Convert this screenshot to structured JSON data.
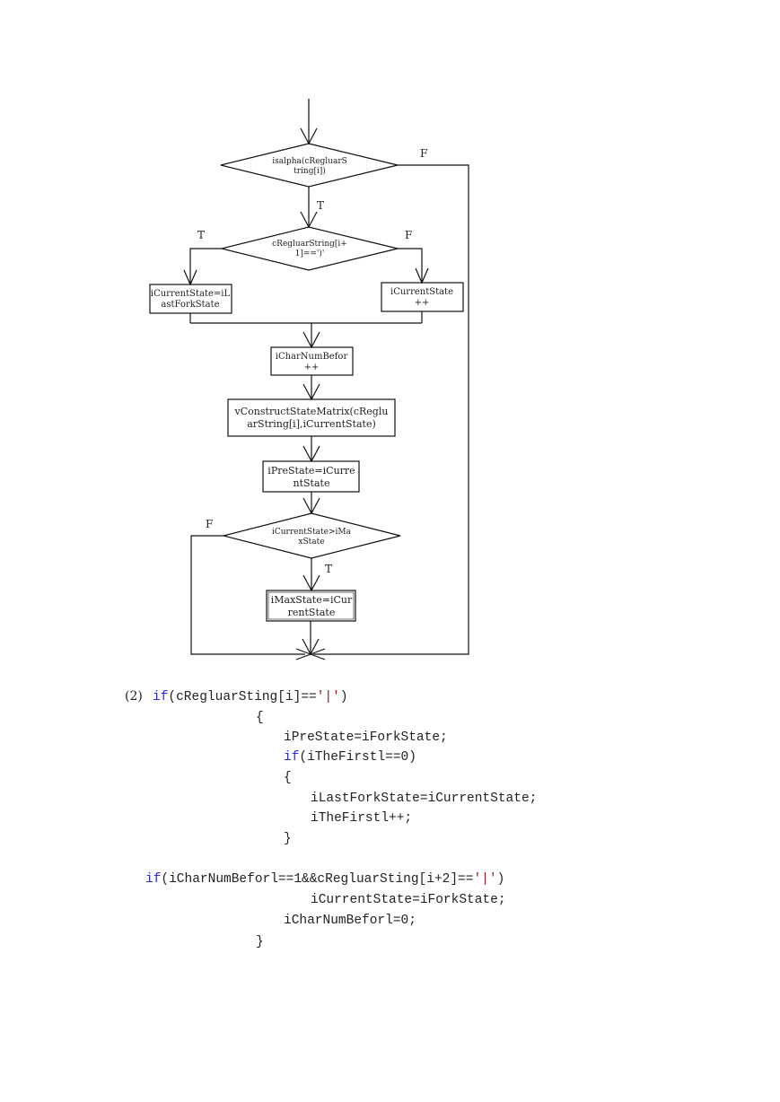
{
  "flowchart": {
    "decision1": {
      "line1": "isalpha(cRegluarS",
      "line2": "tring[i])"
    },
    "decision2": {
      "line1": "cRegluarString[i+",
      "line2": "1]==')'"
    },
    "decision3": {
      "line1": "iCurrentState>iMa",
      "line2": "xState"
    },
    "box_left": {
      "line1": "iCurrentState=iL",
      "line2": "astForkState"
    },
    "box_right": {
      "line1": "iCurrentState",
      "line2": "++"
    },
    "box_charnum": {
      "line1": "iCharNumBefor",
      "line2": "++"
    },
    "box_construct": {
      "line1": "vConstructStateMatrix(cReglu",
      "line2": "arString[i],iCurrentState)"
    },
    "box_prestate": {
      "line1": "iPreState=iCurre",
      "line2": "ntState"
    },
    "box_maxstate": {
      "line1": "iMaxState=iCur",
      "line2": "rentState"
    },
    "labels": {
      "F1": "F",
      "T1": "T",
      "T2": "T",
      "F2": "F",
      "F3": "F",
      "T3": "T"
    }
  },
  "code": {
    "number": "(2)",
    "l1_kw": "if",
    "l1_a": "(cRegluarSting[i]==",
    "l1_str": "'|'",
    "l1_b": ")",
    "l2": "{",
    "l3": "iPreState=iForkState;",
    "l4_kw": "if",
    "l4_rest": "(iTheFirstl==0)",
    "l5": "{",
    "l6": "iLastForkState=iCurrentState;",
    "l7": "iTheFirstl++;",
    "l8": "}",
    "l9_kw": "if",
    "l9_a": "(iCharNumBeforl==1&&cRegluarSting[i+2]==",
    "l9_str": "'|'",
    "l9_b": ")",
    "l10": "iCurrentState=iForkState;",
    "l11": "iCharNumBeforl=0;",
    "l12": "}"
  }
}
